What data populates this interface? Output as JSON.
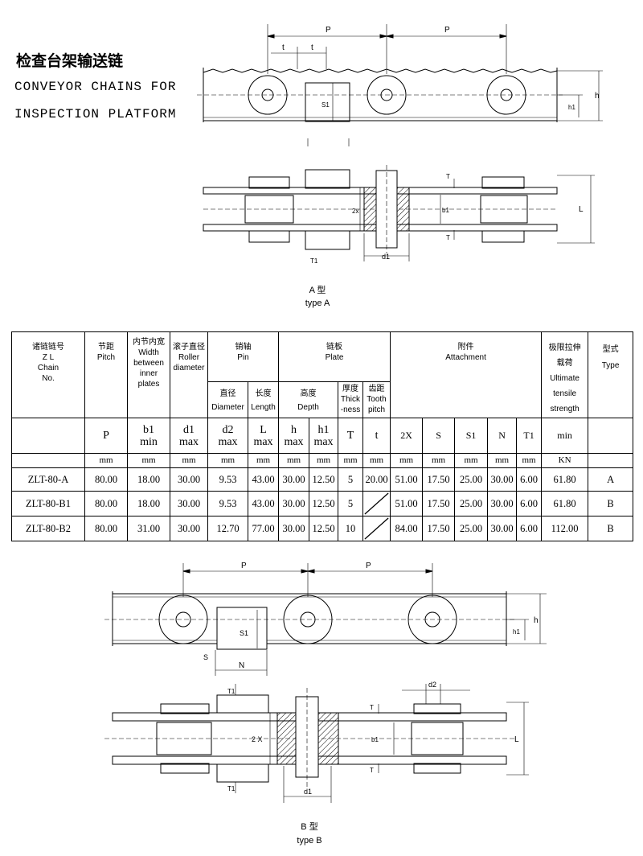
{
  "title": {
    "cn": "检查台架输送链",
    "en_line1": "CONVEYOR CHAINS FOR",
    "en_line2": "INSPECTION PLATFORM"
  },
  "diagram_a": {
    "labels": [
      "P",
      "P",
      "t",
      "t",
      "h",
      "h1",
      "S1",
      "T",
      "T",
      "2x",
      "b1",
      "L",
      "T1",
      "d1"
    ],
    "caption_cn": "A 型",
    "caption_en": "type A"
  },
  "diagram_b": {
    "labels": [
      "P",
      "P",
      "h",
      "h1",
      "S1",
      "S",
      "N",
      "T1",
      "T",
      "T",
      "2 X",
      "b1",
      "L",
      "d2",
      "T1",
      "d1"
    ],
    "caption_cn": "B 型",
    "caption_en": "type B"
  },
  "table": {
    "headers": {
      "chain_no": [
        "诸链链号",
        "Z L",
        "Chain",
        "No."
      ],
      "pitch": [
        "节距",
        "Pitch"
      ],
      "width": [
        "内节内宽",
        "Width",
        "between",
        "inner",
        "plates"
      ],
      "roller": [
        "滚子直径",
        "Roller",
        "diameter"
      ],
      "pin": [
        "销轴",
        "Pin"
      ],
      "pin_diameter": [
        "直径",
        "Diameter"
      ],
      "pin_length": [
        "长度",
        "Length"
      ],
      "plate": [
        "链板",
        "Plate"
      ],
      "plate_depth": [
        "高度",
        "Depth"
      ],
      "plate_thick": [
        "厚度",
        "Thick",
        "-ness"
      ],
      "plate_tooth": [
        "齿距",
        "Tooth",
        "pitch"
      ],
      "attachment": [
        "附件",
        "Attachment"
      ],
      "strength": [
        "极限拉伸",
        "载荷",
        "Ultimate",
        "tensile",
        "strength"
      ],
      "type": [
        "型式",
        "Type"
      ]
    },
    "symbols": [
      "P",
      "b1\nmin",
      "d1\nmax",
      "d2\nmax",
      "L\nmax",
      "h\nmax",
      "h1\nmax",
      "T",
      "t",
      "2X",
      "S",
      "S1",
      "N",
      "T1",
      "min"
    ],
    "units": [
      "mm",
      "mm",
      "mm",
      "mm",
      "mm",
      "mm",
      "mm",
      "mm",
      "mm",
      "mm",
      "mm",
      "mm",
      "mm",
      "mm",
      "KN"
    ],
    "rows": [
      [
        "ZLT-80-A",
        "80.00",
        "18.00",
        "30.00",
        "9.53",
        "43.00",
        "30.00",
        "12.50",
        "5",
        "20.00",
        "51.00",
        "17.50",
        "25.00",
        "30.00",
        "6.00",
        "61.80",
        "A"
      ],
      [
        "ZLT-80-B1",
        "80.00",
        "18.00",
        "30.00",
        "9.53",
        "43.00",
        "30.00",
        "12.50",
        "5",
        "",
        "51.00",
        "17.50",
        "25.00",
        "30.00",
        "6.00",
        "61.80",
        "B"
      ],
      [
        "ZLT-80-B2",
        "80.00",
        "31.00",
        "30.00",
        "12.70",
        "77.00",
        "30.00",
        "12.50",
        "10",
        "",
        "84.00",
        "17.50",
        "25.00",
        "30.00",
        "6.00",
        "112.00",
        "B"
      ]
    ]
  }
}
